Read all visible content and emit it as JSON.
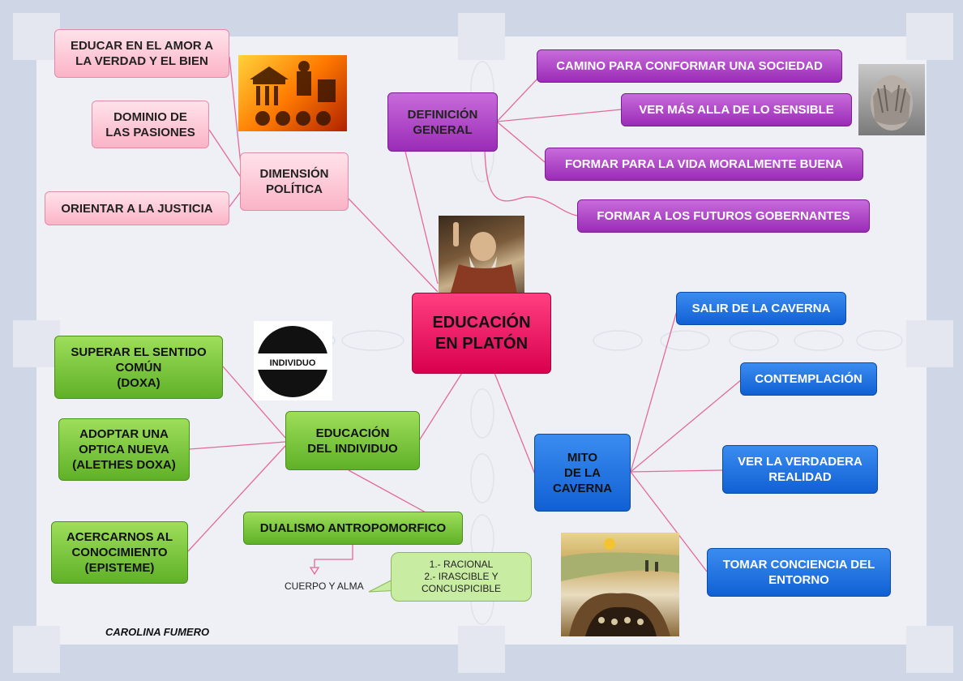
{
  "central": {
    "line1": "EDUCACIÓN",
    "line2": "EN PLATÓN"
  },
  "politica": {
    "title_line1": "DIMENSIÓN",
    "title_line2": "POLÍTICA",
    "items": [
      {
        "line1": "EDUCAR EN EL AMOR A",
        "line2": "LA VERDAD Y EL BIEN"
      },
      {
        "line1": "DOMINIO DE",
        "line2": "LAS PASIONES"
      },
      {
        "line1": "ORIENTAR A LA JUSTICIA"
      }
    ]
  },
  "definicion": {
    "title_line1": "DEFINICIÓN",
    "title_line2": "GENERAL",
    "items": [
      "CAMINO PARA CONFORMAR UNA SOCIEDAD",
      "VER MÁS ALLA DE LO SENSIBLE",
      "FORMAR PARA LA VIDA MORALMENTE BUENA",
      "FORMAR A LOS FUTUROS GOBERNANTES"
    ]
  },
  "mito": {
    "title_line1": "MITO",
    "title_line2": "DE LA",
    "title_line3": "CAVERNA",
    "items": [
      {
        "line1": "SALIR DE LA CAVERNA"
      },
      {
        "line1": "CONTEMPLACIÓN"
      },
      {
        "line1": "VER LA VERDADERA",
        "line2": "REALIDAD"
      },
      {
        "line1": "TOMAR CONCIENCIA DEL",
        "line2": "ENTORNO"
      }
    ]
  },
  "individuo": {
    "title_line1": "EDUCACIÓN",
    "title_line2": "DEL INDIVIDUO",
    "items": [
      {
        "line1": "SUPERAR EL SENTIDO",
        "line2": "COMÚN",
        "line3": "(DOXA)"
      },
      {
        "line1": "ADOPTAR UNA",
        "line2": "OPTICA NUEVA",
        "line3": "(ALETHES DOXA)"
      },
      {
        "line1": "ACERCARNOS AL",
        "line2": "CONOCIMIENTO",
        "line3": "(EPISTEME)"
      }
    ],
    "dualismo": "DUALISMO ANTROPOMORFICO",
    "cuerpo_alma": "CUERPO Y ALMA",
    "callout": {
      "line1": "1.- RACIONAL",
      "line2": "2.- IRASCIBLE Y",
      "line3": "CONCUSPICIBLE"
    },
    "image_text": "INDIVIDUO"
  },
  "author": "CAROLINA FUMERO",
  "colors": {
    "pink": "#fbb3c7",
    "purple": "#9a2cb6",
    "blue": "#1160d4",
    "green": "#5fb128",
    "center": "#e0105a",
    "connector": "#e46a9a"
  }
}
